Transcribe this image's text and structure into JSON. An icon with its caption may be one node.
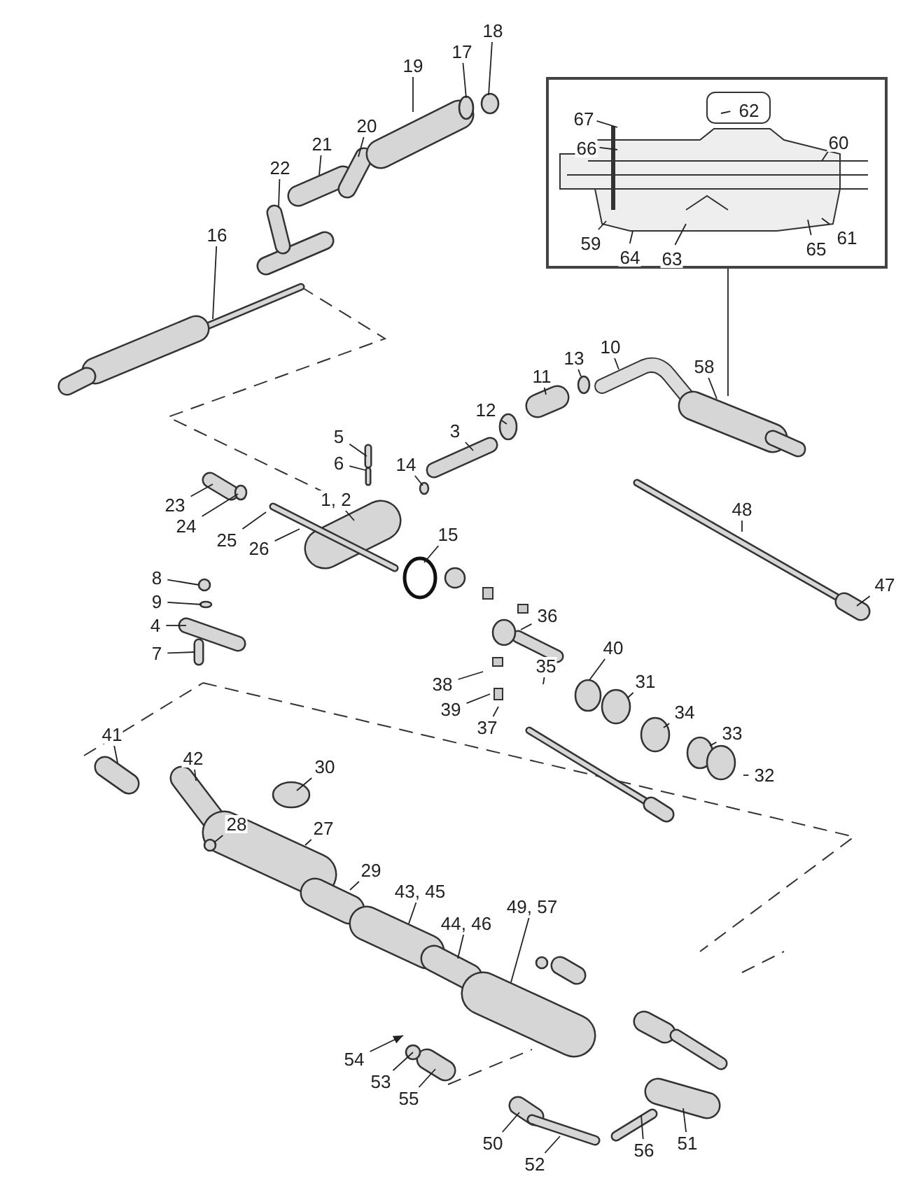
{
  "diagram": {
    "nodes": [
      {
        "text": [],
        "shape": "box"
      },
      {
        "text": [
          "67"
        ],
        "in": 0
      },
      {
        "text": [
          "62"
        ],
        "in": 0
      },
      {
        "text": [
          "66"
        ],
        "in": 0
      },
      {
        "text": [
          "60"
        ],
        "in": 0
      },
      {
        "text": [
          "59"
        ],
        "in": 0
      },
      {
        "text": [
          "64"
        ],
        "in": 0
      },
      {
        "text": [
          "63"
        ],
        "in": 0
      },
      {
        "text": [
          "65"
        ],
        "in": 0
      },
      {
        "text": [
          "61"
        ],
        "in": 0
      },
      {
        "text": [
          "18"
        ]
      },
      {
        "text": [
          "17"
        ]
      },
      {
        "text": [
          "19"
        ]
      },
      {
        "text": [
          "20"
        ]
      },
      {
        "text": [
          "21"
        ]
      },
      {
        "text": [
          "22"
        ]
      },
      {
        "text": [
          "16"
        ]
      },
      {
        "text": [
          "10"
        ]
      },
      {
        "text": [
          "13"
        ]
      },
      {
        "text": [
          "58"
        ]
      },
      {
        "text": [
          "11"
        ]
      },
      {
        "text": [
          "12"
        ]
      },
      {
        "text": [
          "3"
        ]
      },
      {
        "text": [
          "5"
        ]
      },
      {
        "text": [
          "6"
        ]
      },
      {
        "text": [
          "14"
        ]
      },
      {
        "text": [
          "23"
        ]
      },
      {
        "text": [
          "24"
        ]
      },
      {
        "text": [
          "1, 2"
        ]
      },
      {
        "text": [
          "25"
        ]
      },
      {
        "text": [
          "26"
        ]
      },
      {
        "text": [
          "15"
        ]
      },
      {
        "text": [
          "48"
        ]
      },
      {
        "text": [
          "8"
        ]
      },
      {
        "text": [
          "9"
        ]
      },
      {
        "text": [
          "4"
        ]
      },
      {
        "text": [
          "7"
        ]
      },
      {
        "text": [
          "47"
        ]
      },
      {
        "text": [
          "36"
        ]
      },
      {
        "text": [
          "35"
        ]
      },
      {
        "text": [
          "40"
        ]
      },
      {
        "text": [
          "31"
        ]
      },
      {
        "text": [
          "38"
        ]
      },
      {
        "text": [
          "39"
        ]
      },
      {
        "text": [
          "37"
        ]
      },
      {
        "text": [
          "34"
        ]
      },
      {
        "text": [
          "33"
        ]
      },
      {
        "text": [
          "32"
        ]
      },
      {
        "text": [
          "41"
        ]
      },
      {
        "text": [
          "42"
        ]
      },
      {
        "text": [
          "30"
        ]
      },
      {
        "text": [
          "28"
        ]
      },
      {
        "text": [
          "27"
        ]
      },
      {
        "text": [
          "29"
        ]
      },
      {
        "text": [
          "43, 45"
        ]
      },
      {
        "text": [
          "44, 46"
        ]
      },
      {
        "text": [
          "49, 57"
        ]
      },
      {
        "text": [
          "54"
        ]
      },
      {
        "text": [
          "53"
        ]
      },
      {
        "text": [
          "55"
        ]
      },
      {
        "text": [
          "50"
        ]
      },
      {
        "text": [
          "52"
        ]
      },
      {
        "text": [
          "56"
        ]
      },
      {
        "text": [
          "51"
        ]
      }
    ],
    "edges": [
      {
        "from": 0,
        "to": null,
        "arrow": "none"
      },
      {
        "from": 1,
        "to": null,
        "arrow": "none"
      },
      {
        "from": 2,
        "to": null,
        "arrow": "none"
      },
      {
        "from": 3,
        "to": null,
        "arrow": "none"
      },
      {
        "from": 4,
        "to": null,
        "arrow": "none"
      },
      {
        "from": 5,
        "to": null,
        "arrow": "none"
      },
      {
        "from": 6,
        "to": null,
        "arrow": "none"
      },
      {
        "from": 7,
        "to": null,
        "arrow": "none"
      },
      {
        "from": 8,
        "to": null,
        "arrow": "none"
      },
      {
        "from": 9,
        "to": null,
        "arrow": "none"
      },
      {
        "from": 10,
        "to": null,
        "arrow": "none"
      },
      {
        "from": 11,
        "to": null,
        "arrow": "none"
      },
      {
        "from": 12,
        "to": null,
        "arrow": "none"
      },
      {
        "from": 13,
        "to": null,
        "arrow": "none"
      },
      {
        "from": 14,
        "to": null,
        "arrow": "none"
      },
      {
        "from": 15,
        "to": null,
        "arrow": "none"
      },
      {
        "from": 16,
        "to": null,
        "arrow": "none"
      },
      {
        "from": 17,
        "to": null,
        "arrow": "none"
      },
      {
        "from": 18,
        "to": null,
        "arrow": "none"
      },
      {
        "from": 19,
        "to": null,
        "arrow": "none"
      },
      {
        "from": 20,
        "to": null,
        "arrow": "none"
      },
      {
        "from": 21,
        "to": null,
        "arrow": "none"
      },
      {
        "from": 22,
        "to": null,
        "arrow": "none"
      },
      {
        "from": 23,
        "to": null,
        "arrow": "none"
      },
      {
        "from": 24,
        "to": null,
        "arrow": "none"
      },
      {
        "from": 25,
        "to": null,
        "arrow": "none"
      },
      {
        "from": 26,
        "to": null,
        "arrow": "none"
      },
      {
        "from": 27,
        "to": null,
        "arrow": "none"
      },
      {
        "from": 28,
        "to": null,
        "arrow": "none"
      },
      {
        "from": 29,
        "to": null,
        "arrow": "none"
      },
      {
        "from": 30,
        "to": null,
        "arrow": "none"
      },
      {
        "from": 31,
        "to": null,
        "arrow": "none"
      },
      {
        "from": 32,
        "to": null,
        "arrow": "none"
      },
      {
        "from": 33,
        "to": null,
        "arrow": "none"
      },
      {
        "from": 34,
        "to": null,
        "arrow": "none"
      },
      {
        "from": 35,
        "to": null,
        "arrow": "none"
      },
      {
        "from": 36,
        "to": null,
        "arrow": "none"
      },
      {
        "from": 37,
        "to": null,
        "arrow": "none"
      },
      {
        "from": 38,
        "to": null,
        "arrow": "none"
      },
      {
        "from": 39,
        "to": null,
        "arrow": "none"
      },
      {
        "from": 40,
        "to": null,
        "arrow": "none"
      },
      {
        "from": 41,
        "to": null,
        "arrow": "none"
      },
      {
        "from": 42,
        "to": null,
        "arrow": "none"
      },
      {
        "from": 43,
        "to": null,
        "arrow": "none"
      },
      {
        "from": 44,
        "to": null,
        "arrow": "none"
      },
      {
        "from": 45,
        "to": null,
        "arrow": "none"
      },
      {
        "from": 46,
        "to": null,
        "arrow": "none"
      },
      {
        "from": 47,
        "to": null,
        "arrow": "none"
      },
      {
        "from": 48,
        "to": null,
        "arrow": "none"
      },
      {
        "from": 49,
        "to": null,
        "arrow": "none"
      },
      {
        "from": 50,
        "to": null,
        "arrow": "none"
      },
      {
        "from": 51,
        "to": null,
        "arrow": "none"
      },
      {
        "from": 52,
        "to": null,
        "arrow": "none"
      },
      {
        "from": 53,
        "to": null,
        "arrow": "none"
      },
      {
        "from": 54,
        "to": null,
        "arrow": "none"
      },
      {
        "from": 55,
        "to": null,
        "arrow": "none"
      },
      {
        "from": 56,
        "to": null,
        "arrow": "none"
      },
      {
        "from": 57,
        "to": null,
        "arrow": "to"
      },
      {
        "from": 58,
        "to": null,
        "arrow": "none"
      },
      {
        "from": 59,
        "to": null,
        "arrow": "none"
      },
      {
        "from": 60,
        "to": null,
        "arrow": "none"
      },
      {
        "from": 61,
        "to": null,
        "arrow": "none"
      },
      {
        "from": 62,
        "to": null,
        "arrow": "none"
      },
      {
        "from": 63,
        "to": null,
        "arrow": "none"
      }
    ]
  }
}
